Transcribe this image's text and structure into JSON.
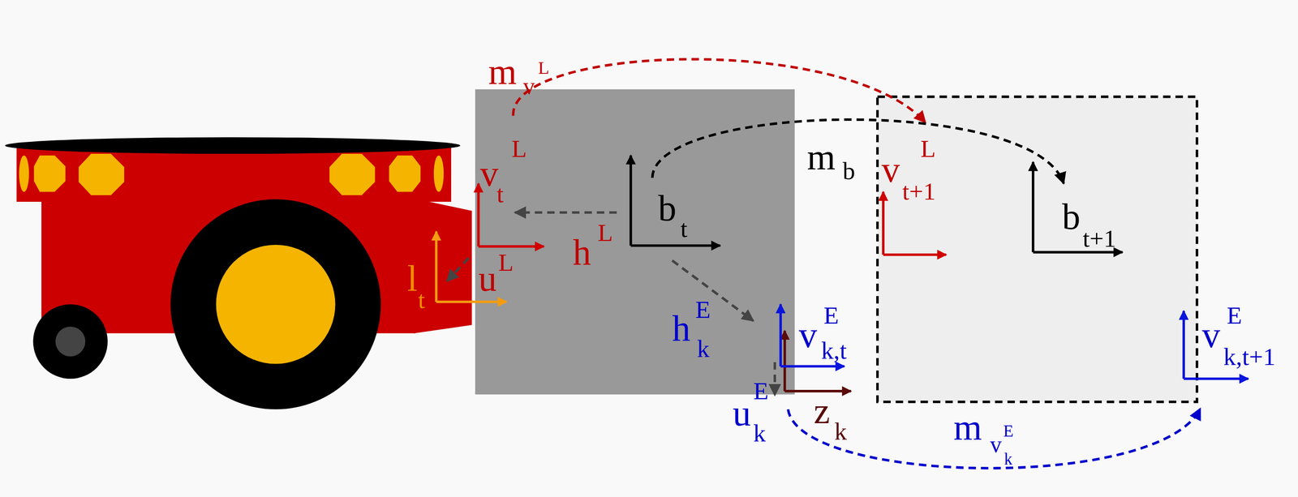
{
  "diagram": {
    "labels": [
      "m",
      "v",
      "L",
      "v",
      "t",
      "L",
      "m",
      "b",
      "v",
      "t+1",
      "L",
      "b",
      "t",
      "b",
      "t+1",
      "h",
      "L",
      "l",
      "t",
      "u",
      "L",
      "h",
      "E",
      "k",
      "v",
      "E",
      "k,t",
      "v",
      "E",
      "k,t+1",
      "u",
      "E",
      "k",
      "z",
      "k",
      "m",
      "v",
      "E",
      "k"
    ]
  }
}
